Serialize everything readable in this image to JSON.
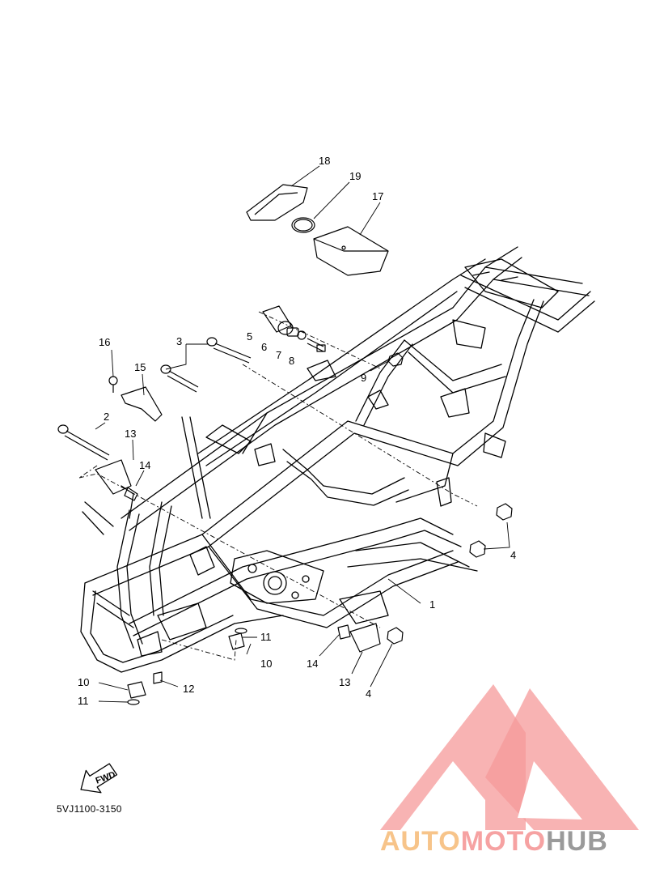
{
  "diagram": {
    "part_code": "5VJ1100-3150",
    "fwd_label": "FWD",
    "callouts": [
      {
        "id": "c18",
        "text": "18"
      },
      {
        "id": "c19",
        "text": "19"
      },
      {
        "id": "c17",
        "text": "17"
      },
      {
        "id": "c5",
        "text": "5"
      },
      {
        "id": "c6",
        "text": "6"
      },
      {
        "id": "c7",
        "text": "7"
      },
      {
        "id": "c8",
        "text": "8"
      },
      {
        "id": "c3",
        "text": "3"
      },
      {
        "id": "c16",
        "text": "16"
      },
      {
        "id": "c15",
        "text": "15"
      },
      {
        "id": "c9",
        "text": "9"
      },
      {
        "id": "c2",
        "text": "2"
      },
      {
        "id": "c13a",
        "text": "13"
      },
      {
        "id": "c14a",
        "text": "14"
      },
      {
        "id": "c4a",
        "text": "4"
      },
      {
        "id": "c1",
        "text": "1"
      },
      {
        "id": "c11a",
        "text": "11"
      },
      {
        "id": "c10a",
        "text": "10"
      },
      {
        "id": "c14b",
        "text": "14"
      },
      {
        "id": "c13b",
        "text": "13"
      },
      {
        "id": "c4b",
        "text": "4"
      },
      {
        "id": "c10b",
        "text": "10"
      },
      {
        "id": "c12",
        "text": "12"
      },
      {
        "id": "c11b",
        "text": "11"
      }
    ]
  },
  "watermark": {
    "part1": "AUTO",
    "part2": "MOTO",
    "part3": "HUB",
    "colors": {
      "part1": "#f7c48a",
      "part2": "#f6a2a2",
      "part3": "#9a9a9a",
      "logo": "#f59a9a"
    }
  }
}
